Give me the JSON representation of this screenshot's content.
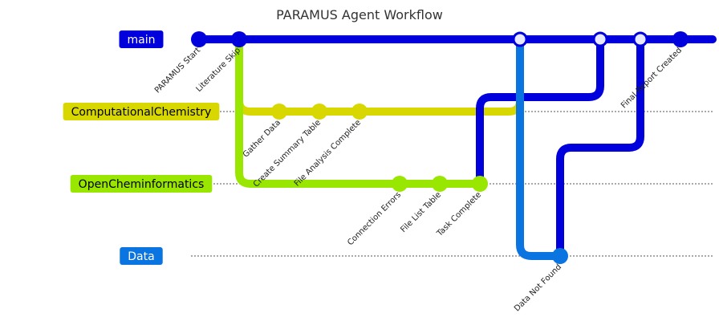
{
  "title": "PARAMUS Agent Workflow",
  "branches": [
    {
      "id": "main",
      "name": "main",
      "color": "#0000dd",
      "label_bg": "#0000dd",
      "label_fg": "#ffffff"
    },
    {
      "id": "comp",
      "name": "ComputationalChemistry",
      "color": "#d8d800",
      "label_bg": "#d8d800",
      "label_fg": "#000000"
    },
    {
      "id": "open",
      "name": "OpenCheminformatics",
      "color": "#99e600",
      "label_bg": "#99e600",
      "label_fg": "#000000"
    },
    {
      "id": "data",
      "name": "Data",
      "color": "#0a74e0",
      "label_bg": "#0a74e0",
      "label_fg": "#ffffff"
    }
  ],
  "commits": [
    {
      "id": "c1",
      "branch": "main",
      "label": "PARAMUS Start",
      "kind": "normal"
    },
    {
      "id": "c2",
      "branch": "main",
      "label": "Literature Skip",
      "kind": "normal"
    },
    {
      "id": "c3",
      "branch": "comp",
      "label": "Gather Data",
      "kind": "normal"
    },
    {
      "id": "c4",
      "branch": "comp",
      "label": "Create Summary Table",
      "kind": "normal"
    },
    {
      "id": "c5",
      "branch": "comp",
      "label": "File Analysis Complete",
      "kind": "normal"
    },
    {
      "id": "c6",
      "branch": "open",
      "label": "Connection Errors",
      "kind": "normal"
    },
    {
      "id": "c7",
      "branch": "open",
      "label": "File List Table",
      "kind": "normal"
    },
    {
      "id": "c8",
      "branch": "open",
      "label": "Task Complete",
      "kind": "normal"
    },
    {
      "id": "m1",
      "branch": "main",
      "label": "",
      "kind": "merge",
      "from": "comp"
    },
    {
      "id": "c9",
      "branch": "data",
      "label": "Data Not Found",
      "kind": "normal"
    },
    {
      "id": "m2",
      "branch": "main",
      "label": "",
      "kind": "merge",
      "from": "open"
    },
    {
      "id": "m3",
      "branch": "main",
      "label": "",
      "kind": "merge",
      "from": "data"
    },
    {
      "id": "c10",
      "branch": "main",
      "label": "Final Report Created",
      "kind": "normal"
    }
  ]
}
